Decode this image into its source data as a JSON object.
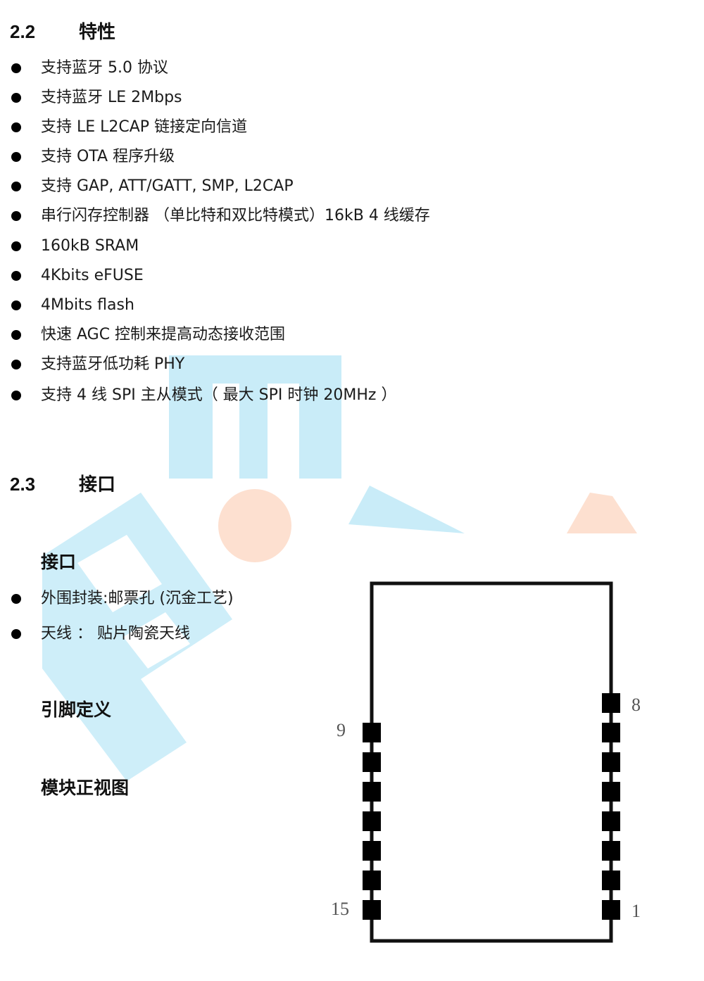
{
  "section_features": {
    "number": "2.2",
    "title": "特性",
    "items": [
      "支持蓝牙  5.0  协议",
      "支持蓝牙  LE 2Mbps",
      "支持  LE L2CAP  链接定向信道",
      "支持  OTA  程序升级",
      "支持  GAP, ATT/GATT, SMP, L2CAP",
      "串行闪存控制器  （单比特和双比特模式）16kB 4  线缓存",
      "160kB SRAM",
      "4Kbits eFUSE",
      "4Mbits flash",
      "快速  AGC  控制来提高动态接收范围",
      "支持蓝牙低功耗  PHY",
      "支持 4 线 SPI 主从模式（  最大 SPI 时钟 20MHz ）"
    ]
  },
  "section_interface": {
    "number": "2.3",
    "title": "接口",
    "subheading": "接口",
    "items": [
      "外围封装:邮票孔  (沉金工艺)",
      "天线  ：  贴片陶瓷天线"
    ],
    "pin_definition_heading": "引脚定义",
    "front_view_heading": "模块正视图"
  },
  "pin_diagram": {
    "left_top_label": "9",
    "left_bottom_label": "15",
    "right_top_label": "8",
    "right_bottom_label": "1",
    "left_pad_count": 7,
    "right_pad_count": 8
  },
  "colors": {
    "watermark_blue": "#c9ecf8",
    "watermark_orange": "#fde0d0",
    "pad": "#000000",
    "outline": "#111111"
  }
}
